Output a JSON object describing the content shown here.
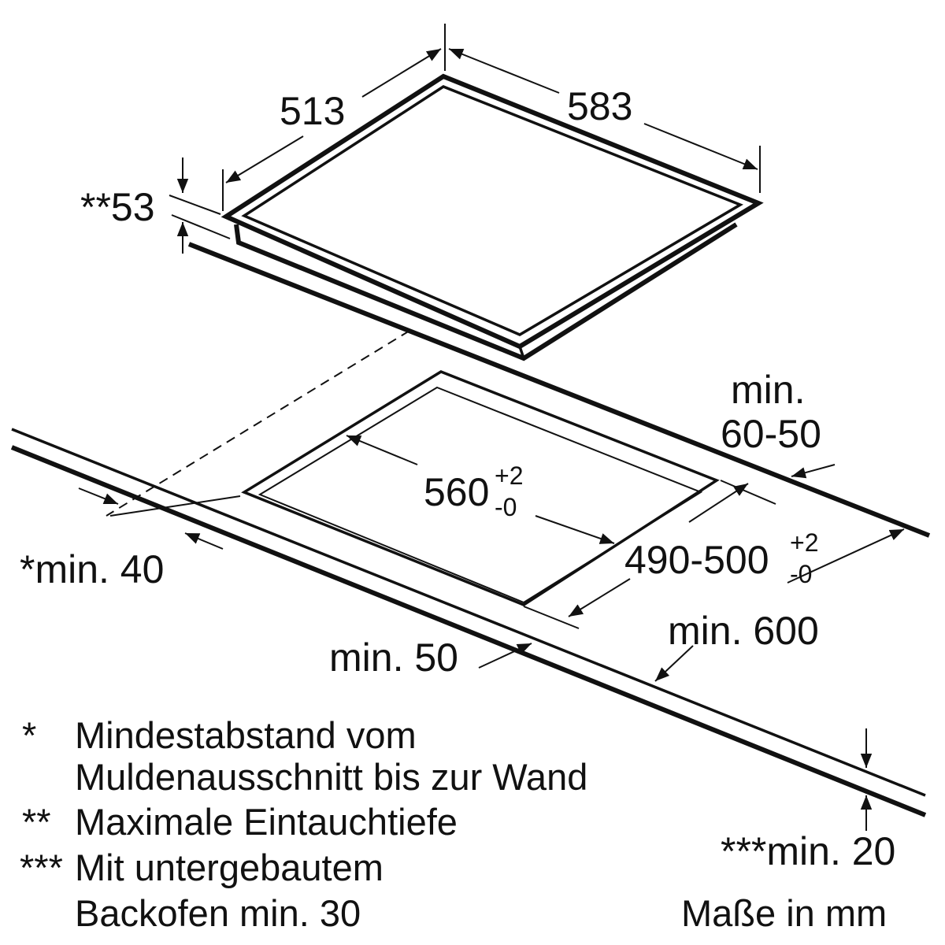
{
  "dimensions": {
    "depth": "513",
    "width": "583",
    "height": "**53",
    "cutout_width": "560",
    "cutout_width_tol_plus": "+2",
    "cutout_width_tol_minus": "-0",
    "cutout_depth": "490-500",
    "cutout_depth_tol_plus": "+2",
    "cutout_depth_tol_minus": "-0",
    "back_min_label": "min.",
    "back_min_value": "60-50",
    "wall_min": "*min. 40",
    "front_min": "min. 50",
    "counter_depth_min": "min. 600",
    "worktop_min": "***min. 20"
  },
  "notes": [
    {
      "mark": "*",
      "lines": [
        "Mindestabstand vom",
        "Muldenausschnitt bis zur Wand"
      ]
    },
    {
      "mark": "**",
      "lines": [
        "Maximale Eintauchtiefe"
      ]
    },
    {
      "mark": "***",
      "lines": [
        "Mit untergebautem",
        "Backofen min. 30"
      ]
    }
  ],
  "units": "Maße in mm"
}
